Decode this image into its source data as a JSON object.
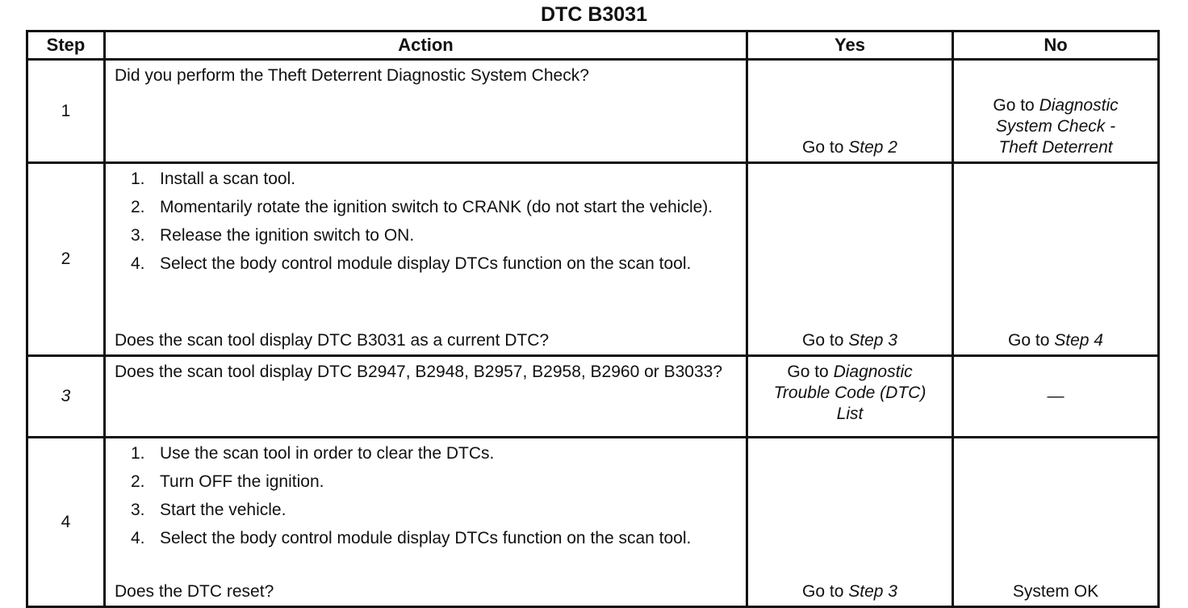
{
  "title": "DTC B3031",
  "headers": {
    "step": "Step",
    "action": "Action",
    "yes": "Yes",
    "no": "No"
  },
  "rows": [
    {
      "step": "1",
      "question": "Did you perform the Theft Deterrent Diagnostic System Check?",
      "yes_prefix": "Go to ",
      "yes_link": "Step 2",
      "no_prefix": "Go to ",
      "no_link": "Diagnostic System Check - Theft Deterrent"
    },
    {
      "step": "2",
      "items": [
        {
          "num": "1.",
          "text": "Install a scan tool."
        },
        {
          "num": "2.",
          "text": "Momentarily rotate the ignition switch to CRANK (do not start the vehicle)."
        },
        {
          "num": "3.",
          "text": "Release the ignition switch to ON."
        },
        {
          "num": "4.",
          "text": "Select the body control module display DTCs function on the scan tool."
        }
      ],
      "question": "Does the scan tool display DTC B3031 as a current DTC?",
      "yes_prefix": "Go to ",
      "yes_link": "Step 3",
      "no_prefix": "Go to ",
      "no_link": "Step 4"
    },
    {
      "step": "3",
      "question": "Does the scan tool display DTC B2947, B2948, B2957, B2958, B2960 or B3033?",
      "yes_prefix": "Go to ",
      "yes_link": "Diagnostic Trouble Code (DTC) List",
      "no_text": "—"
    },
    {
      "step": "4",
      "items": [
        {
          "num": "1.",
          "text": "Use the scan tool in order to clear the DTCs."
        },
        {
          "num": "2.",
          "text": "Turn OFF the ignition."
        },
        {
          "num": "3.",
          "text": "Start the vehicle."
        },
        {
          "num": "4.",
          "text": "Select the body control module display DTCs function on the scan tool."
        }
      ],
      "question": "Does the DTC reset?",
      "yes_prefix": "Go to ",
      "yes_link": "Step 3",
      "no_text": "System OK"
    }
  ]
}
